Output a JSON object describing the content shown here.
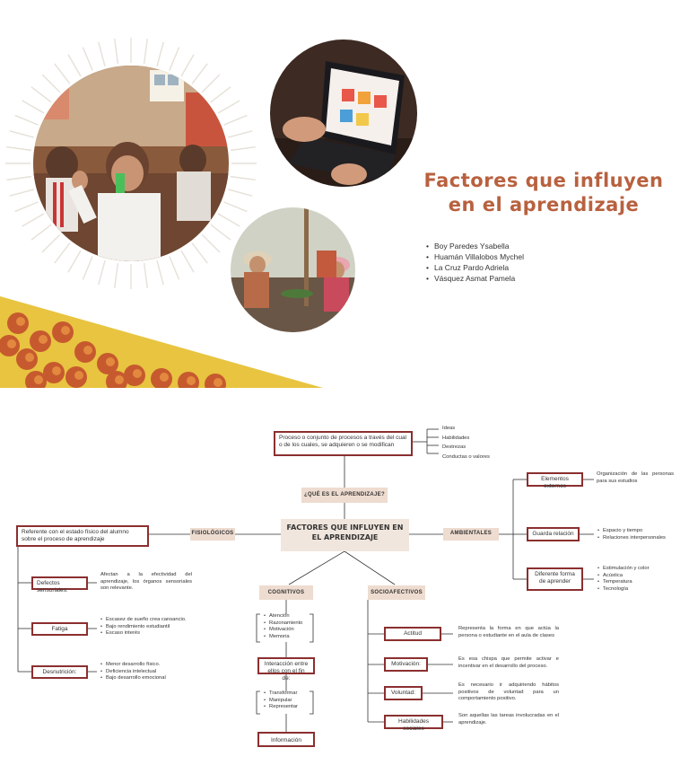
{
  "slide": {
    "title": "Factores que influyen en el aprendizaje",
    "authors": [
      "Boy Paredes Ysabella",
      "Huamán Villalobos Mychel",
      "La Cruz Pardo Adriela",
      "Vásquez Asmat Pamela"
    ]
  },
  "map": {
    "definition": "Proceso o conjunto de procesos a través del cual o de los cuales, se adquieren o se modifican",
    "definition_items": [
      "Ideas",
      "Habilidades",
      "Destrezas",
      "Conductas o valores"
    ],
    "question": "¿QUÉ ES EL APRENDIZAJE?",
    "center": "FACTORES QUE INFLUYEN EN EL APRENDIZAJE",
    "fisiologicos": {
      "label": "FISIOLÓGICOS",
      "desc": "Referente con el estado físico del alumno sobre el proceso de aprendizaje",
      "items": [
        {
          "name": "Defectos sensoriales:",
          "text": "Afectan a la efectividad del aprendizaje, los órganos sensoriales son relevante."
        },
        {
          "name": "Fatiga",
          "bullets": [
            "Escasez de sueño crea cansancio.",
            "Bajo rendimiento estudiantil",
            "Escaso interés"
          ]
        },
        {
          "name": "Desnutrición:",
          "bullets": [
            "Menor desarrollo físico.",
            "Deficiencia intelectual",
            "Bajo desarrollo emocional"
          ]
        }
      ]
    },
    "ambientales": {
      "label": "AMBIENTALES",
      "items": [
        {
          "name": "Elementos externos",
          "text": "Organización de las personas para sus estudios"
        },
        {
          "name": "Guarda relación",
          "bullets": [
            "Espacio y tiempo",
            "Relaciones interpersonales"
          ]
        },
        {
          "name": "Diferente forma de aprender",
          "bullets": [
            "Estimulación y color",
            "Acústica",
            "Temperatura",
            "Tecnología"
          ]
        }
      ]
    },
    "cognitivos": {
      "label": "COGNITIVOS",
      "list1": [
        "Atención",
        "Razonamiento",
        "Motivación",
        "Memoria"
      ],
      "box1": "Interacción entre ellos con el fin de:",
      "list2": [
        "Transformar",
        "Manipular",
        "Representar"
      ],
      "box2": "Información"
    },
    "socioafectivos": {
      "label": "SOCIOAFECTIVOS",
      "items": [
        {
          "name": "Actitud",
          "text": "Representa la forma en que actúa la persona o estudiante en el aula de clases"
        },
        {
          "name": "Motivación:",
          "text": "Es esa chispa que permite activar e incentivar en el desarrollo del proceso."
        },
        {
          "name": "Voluntad:",
          "text": "Es necesario ir adquiriendo hábitos positivos de voluntad para un comportamiento positivo."
        },
        {
          "name": "Habilidades sociales",
          "text": "Son aquellas las tareas involucradas en el aprendizaje."
        }
      ]
    }
  },
  "colors": {
    "accent": "#b8613f",
    "box_border": "#8b2f2f",
    "tag_bg": "#eedcd0"
  }
}
